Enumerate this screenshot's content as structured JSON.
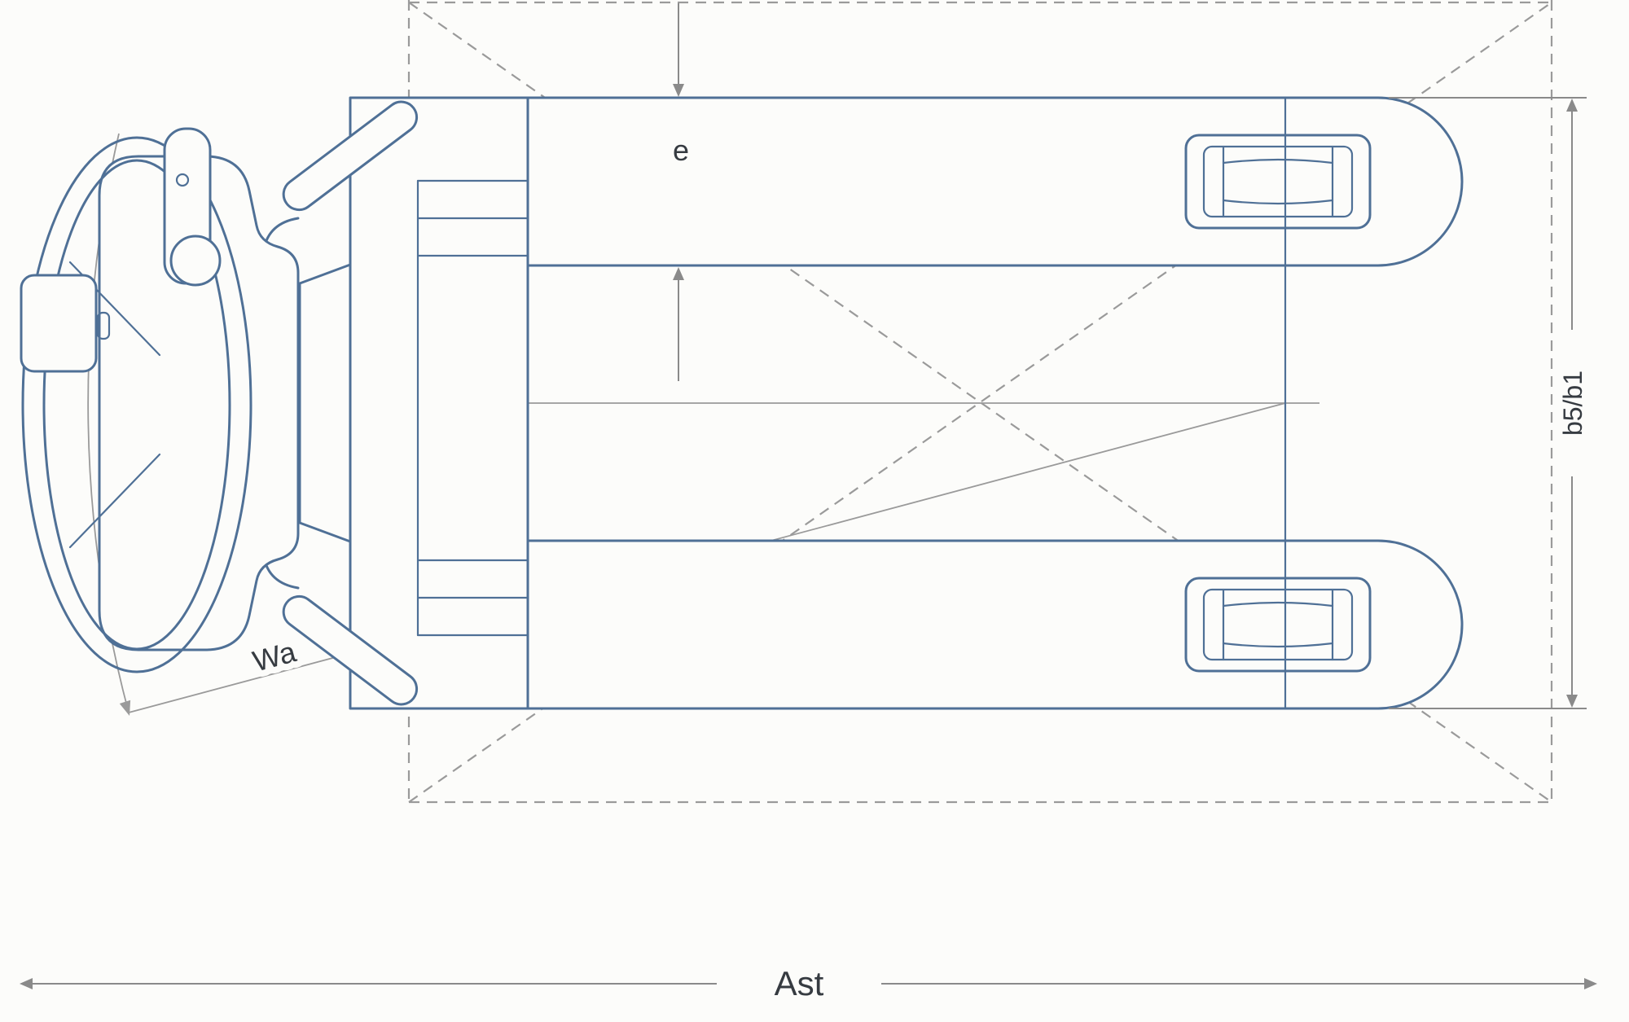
{
  "labels": {
    "fork_width": "e",
    "overall_width": "b5/b1",
    "turning_radius": "Wa",
    "aisle_width": "Ast"
  },
  "colors": {
    "drawing_outline": "#4f7096",
    "dimension_lines": "#8a8a8a",
    "reference_lines": "#9a9a9a",
    "boundary_dashed": "#9a9a9a",
    "label_text": "#363b41",
    "background": "#fcfcfa"
  }
}
